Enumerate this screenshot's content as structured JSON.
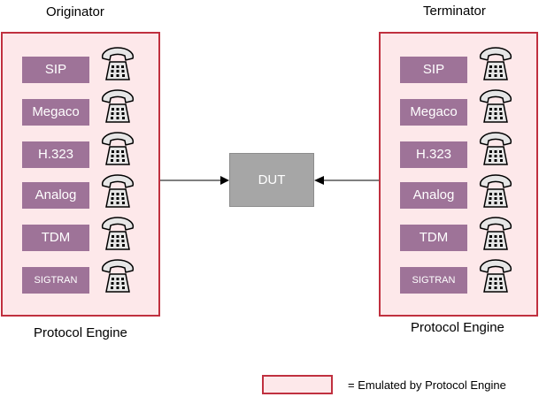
{
  "originator": {
    "title": "Originator",
    "caption": "Protocol Engine"
  },
  "terminator": {
    "title": "Terminator",
    "caption": "Protocol Engine"
  },
  "protocols": [
    "SIP",
    "Megaco",
    "H.323",
    "Analog",
    "TDM",
    "SIGTRAN"
  ],
  "dut": {
    "label": "DUT"
  },
  "legend": {
    "text": "= Emulated by Protocol Engine"
  },
  "colors": {
    "panel_fill": "#fde8ea",
    "panel_border": "#c0303f",
    "protocol_box": "#9e7398",
    "dut_box": "#a6a6a6"
  },
  "icons": {
    "phone": "telephone-icon",
    "arrow": "arrowhead-icon"
  }
}
